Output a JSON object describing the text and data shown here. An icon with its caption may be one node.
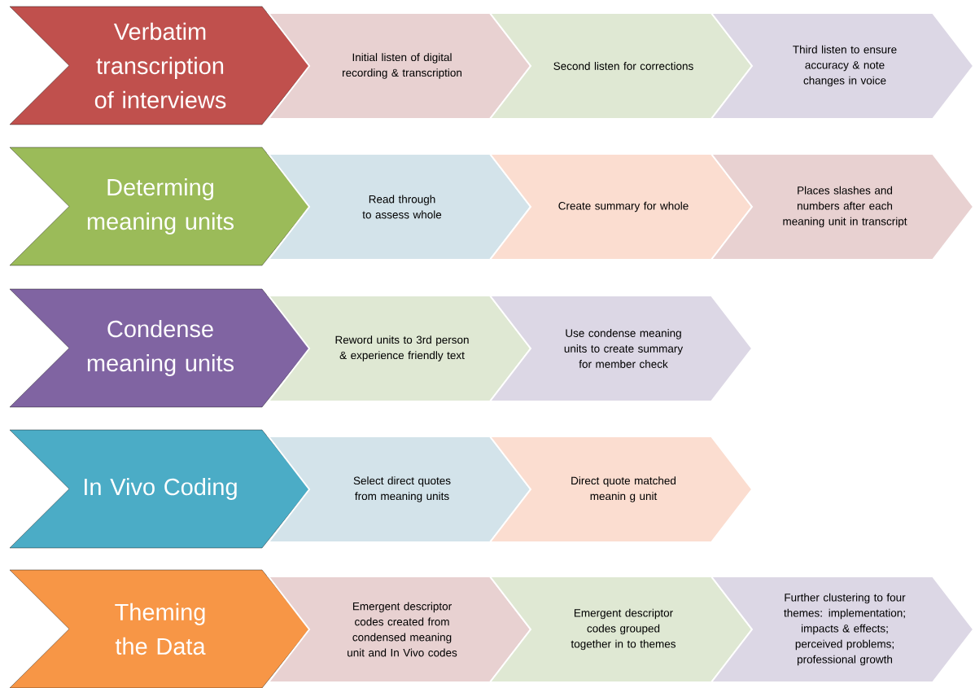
{
  "diagram": {
    "nodes": [
      {
        "text": [
          "Verbatim transcription of interviews"
        ]
      },
      {
        "text": [
          "Initial listen of digital recording & transcription"
        ]
      },
      {
        "text": [
          "Second listen for corrections"
        ]
      },
      {
        "text": [
          "Third listen to ensure accuracy & note changes in voice"
        ]
      },
      {
        "text": [
          "Determing meaning units"
        ]
      },
      {
        "text": [
          "Read through to assess whole"
        ]
      },
      {
        "text": [
          "Create summary for whole"
        ]
      },
      {
        "text": [
          "Places slashes and numbers after each meaning unit in transcript"
        ]
      },
      {
        "text": [
          "Condense meaning units"
        ]
      },
      {
        "text": [
          "Reword units to 3rd person & experience friendly text"
        ]
      },
      {
        "text": [
          "Use condense meaning units to create summary for member check"
        ]
      },
      {
        "text": [
          "In Vivo Coding"
        ]
      },
      {
        "text": [
          "Select direct quotes from meaning units"
        ]
      },
      {
        "text": [
          "Direct quote matched meanin g unit"
        ]
      },
      {
        "text": [
          "Theming the Data"
        ]
      },
      {
        "text": [
          "Emergent descriptor codes created from condensed meaning unit and In Vivo codes"
        ]
      },
      {
        "text": [
          "Emergent descriptor codes grouped together in to themes"
        ]
      },
      {
        "text": [
          "Further clustering to four themes: implementation; impacts & effects; perceived problems; professional growth"
        ]
      }
    ]
  }
}
